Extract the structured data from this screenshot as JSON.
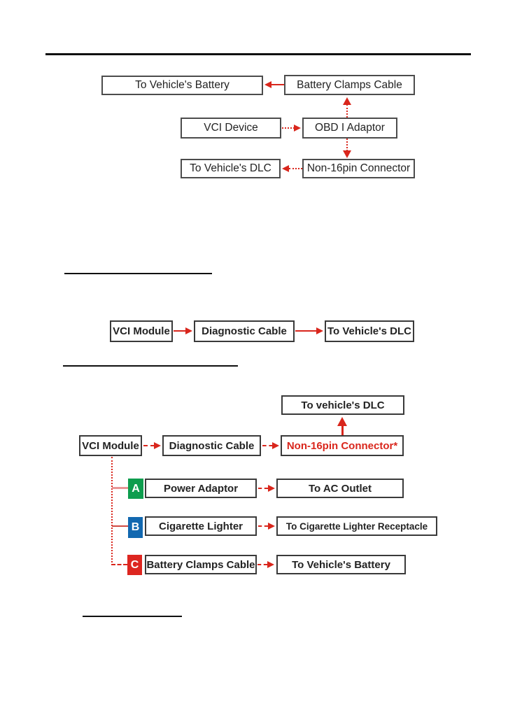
{
  "diagram1": {
    "to_vehicles_battery": "To Vehicle's Battery",
    "battery_clamps_cable": "Battery Clamps Cable",
    "vci_device": "VCI Device",
    "obd_i_adaptor": "OBD I Adaptor",
    "to_vehicles_dlc": "To Vehicle's DLC",
    "non_16pin_connector": "Non-16pin Connector"
  },
  "diagram2": {
    "vci_module": "VCI Module",
    "diagnostic_cable": "Diagnostic Cable",
    "to_vehicles_dlc": "To Vehicle's DLC"
  },
  "diagram3": {
    "to_vehicles_dlc": "To vehicle's DLC",
    "vci_module": "VCI Module",
    "diagnostic_cable": "Diagnostic Cable",
    "non_16pin_connector": "Non-16pin Connector*",
    "option_a": {
      "label": "A",
      "source": "Power Adaptor",
      "target": "To AC Outlet"
    },
    "option_b": {
      "label": "B",
      "source": "Cigarette Lighter",
      "target": "To Cigarette Lighter Receptacle"
    },
    "option_c": {
      "label": "C",
      "source": "Battery Clamps Cable",
      "target": "To Vehicle's Battery"
    }
  },
  "colors": {
    "arrow_red": "#d9261c",
    "non16pin_text_red": "#d9261c",
    "option_a_green": "#0e9d4e",
    "option_b_blue": "#1268b0",
    "option_c_red": "#dd2620",
    "connector_pink": "#e89595"
  }
}
